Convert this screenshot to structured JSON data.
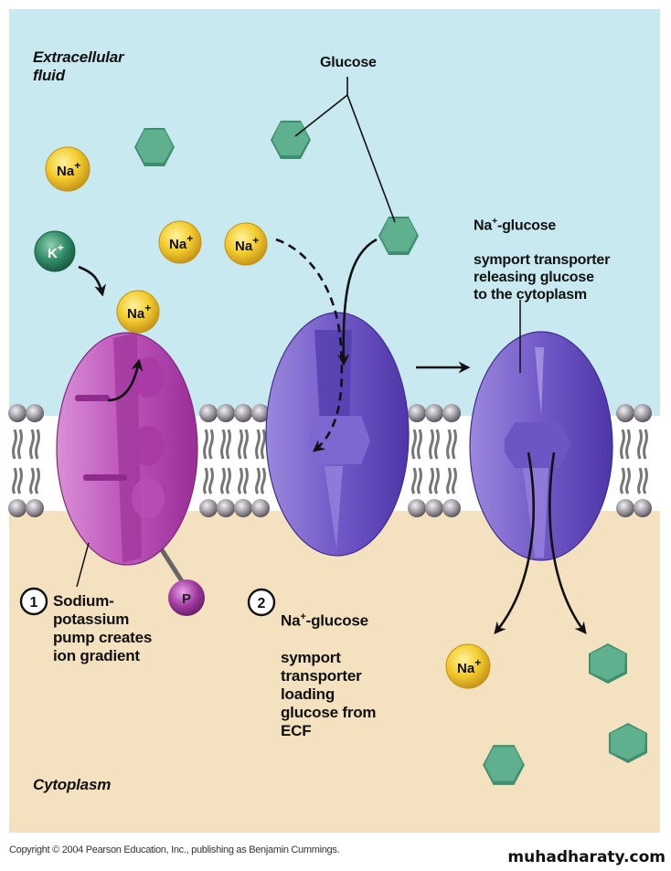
{
  "regions": {
    "extracellular": "Extracellular\nfluid",
    "cytoplasm": "Cytoplasm"
  },
  "labels": {
    "glucose": "Glucose",
    "releasing_line1_pre": "Na",
    "releasing_line1_sup": "+",
    "releasing_line1_post": "-glucose",
    "releasing_rest": "symport transporter\nreleasing glucose\nto the cytoplasm",
    "step1_number": "1",
    "step1_text": "Sodium-\npotassium\npump creates\nion gradient",
    "step2_number": "2",
    "step2_line1_pre": "Na",
    "step2_line1_sup": "+",
    "step2_line1_post": "-glucose",
    "step2_rest": "symport\ntransporter\nloading\nglucose from\nECF"
  },
  "ions": {
    "sodium": "Na",
    "potassium": "K",
    "charge": "+",
    "phosphate": "P"
  },
  "footer": {
    "copyright": "Copyright © 2004 Pearson Education, Inc., publishing as Benjamin Cummings.",
    "watermark": "muhadharaty.com"
  },
  "colors": {
    "extracellular_bg": "#c8e9f0",
    "cytoplasm_bg": "#f4e1c0",
    "sodium_ion": "#f3cd2e",
    "potassium_ion": "#2f8a66",
    "glucose": "#5aaa88",
    "pump": "#b43fb0",
    "symporter": "#6a4fc0"
  }
}
